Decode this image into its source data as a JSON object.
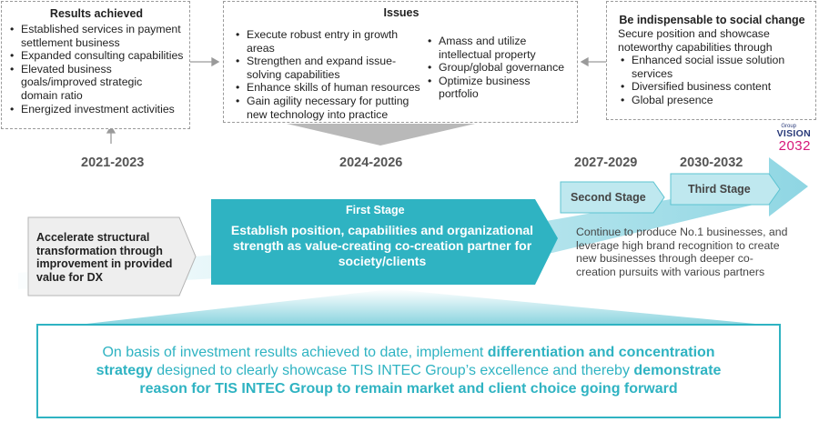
{
  "results": {
    "title": "Results achieved",
    "items": [
      "Established services in payment settlement business",
      "Expanded consulting capabilities",
      "Elevated business goals/improved strategic domain ratio",
      "Energized investment activities"
    ]
  },
  "issues": {
    "title": "Issues",
    "col1": [
      "Execute robust entry in growth areas",
      "Strengthen and expand issue-solving capabilities",
      "Enhance skills of human resources",
      "Gain agility necessary for putting new technology into practice"
    ],
    "col2": [
      "Amass and utilize intellectual property",
      "Group/global governance",
      "Optimize business portfolio"
    ]
  },
  "social": {
    "title": "Be indispensable to social change",
    "intro": "Secure position and showcase noteworthy capabilities through",
    "items": [
      "Enhanced social issue solution services",
      "Diversified business content",
      "Global presence"
    ]
  },
  "vision_logo": {
    "group": "Group",
    "vision": "VISION",
    "year": "2032"
  },
  "periods": {
    "p1": "2021-2023",
    "p2": "2024-2026",
    "p3": "2027-2029",
    "p4": "2030-2032"
  },
  "stages": {
    "dx": "Accelerate structural transformation through improvement in provided value for DX",
    "first_label": "First Stage",
    "first_text": "Establish position, capabilities and organizational strength as value-creating co-creation partner for society/clients",
    "second_label": "Second Stage",
    "third_label": "Third Stage",
    "future_text": "Continue to produce No.1 businesses, and leverage high brand recognition to create new businesses through deeper co-creation pursuits with various partners"
  },
  "strategy": {
    "t1": "On basis of investment results achieved to date, implement ",
    "t2": "differentiation and concentration strategy",
    "t3": " designed to clearly showcase TIS INTEC Group’s excellence and thereby ",
    "t4": "demonstrate reason for TIS INTEC Group to remain market and client choice going forward"
  },
  "colors": {
    "teal": "#2fb3c2",
    "teal_light": "#bfe8ef",
    "gray_box": "#eeeeee",
    "vision_pink": "#d6177a",
    "vision_navy": "#2a3b7a"
  }
}
